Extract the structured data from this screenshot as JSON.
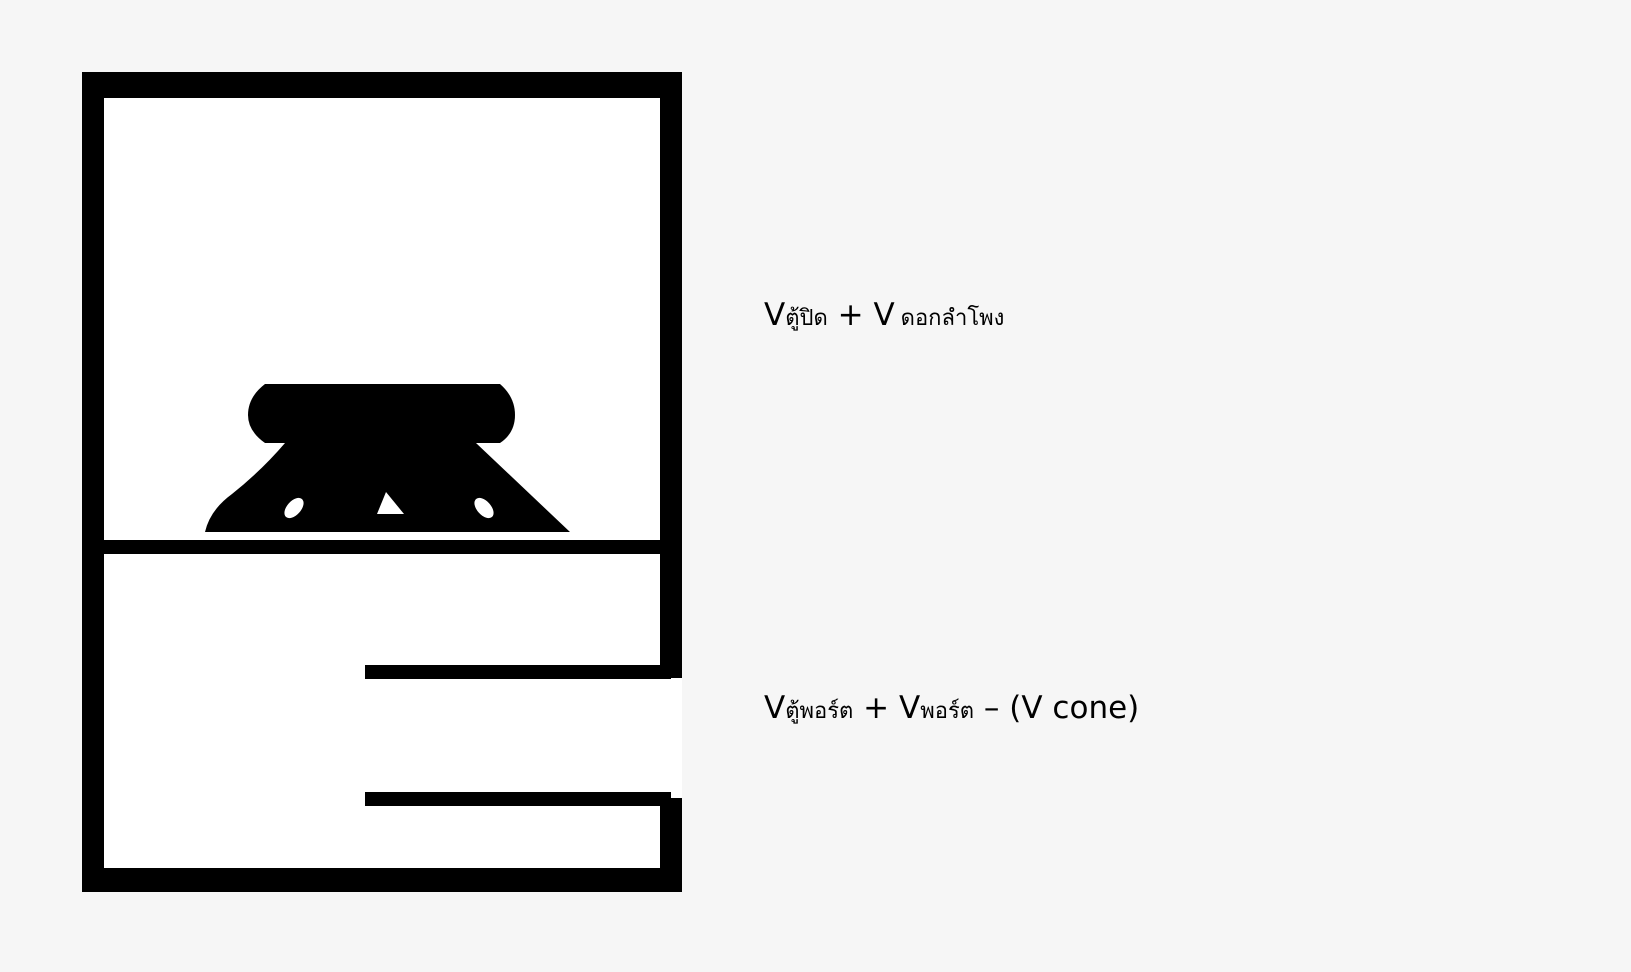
{
  "formulas": {
    "closed_box": {
      "v1": "V",
      "sub1": "ตู้ปิด",
      "plus": " + ",
      "v2": "V",
      "sub2": "ดอกลำโพง"
    },
    "ported_box": {
      "v1": "V",
      "sub1": "ตู้พอร์ต",
      "plus": " + ",
      "v2": "V",
      "sub2": "พอร์ต",
      "minus": " – ",
      "cone": "(V cone)"
    }
  },
  "colors": {
    "ink": "#000000",
    "background": "#f6f6f6",
    "box_fill": "#ffffff"
  },
  "icons": {
    "speaker": "speaker-driver-icon",
    "enclosure": "speaker-enclosure-icon"
  }
}
